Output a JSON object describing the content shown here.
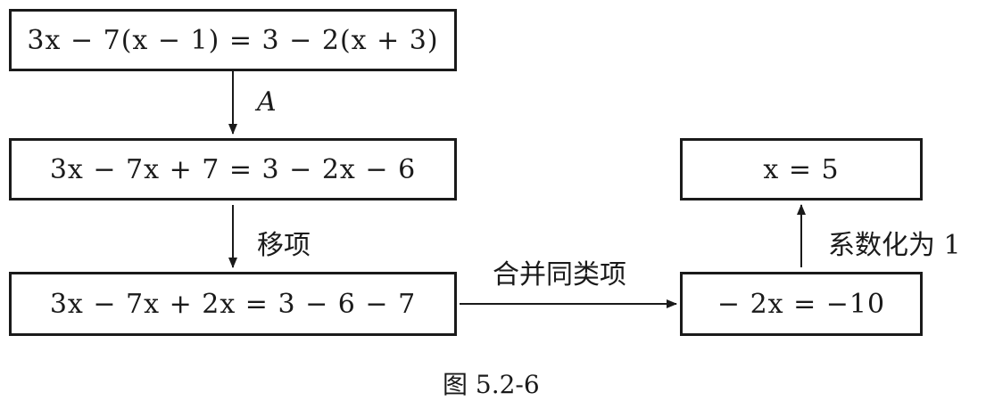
{
  "boxes": {
    "step1": "3x − 7(x − 1) = 3 − 2(x + 3)",
    "step2": "3x − 7x + 7 = 3 − 2x − 6",
    "step3": "3x − 7x + 2x = 3 − 6 − 7",
    "step4": "− 2x = −10",
    "step5": "x = 5"
  },
  "arrows": {
    "a_label": "A",
    "move_terms_label": "移项",
    "combine_label": "合并同类项",
    "coefficient_label": "系数化为 1"
  },
  "caption": "图 5.2-6"
}
